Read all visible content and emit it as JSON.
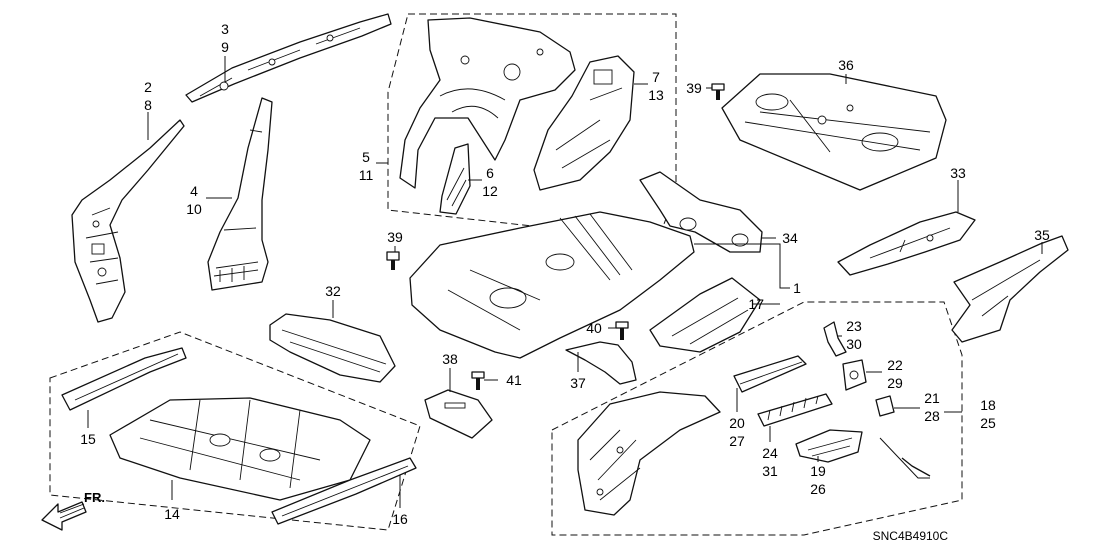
{
  "diagram": {
    "callouts": [
      {
        "id": "c-3-9",
        "lines": [
          "3",
          "9"
        ]
      },
      {
        "id": "c-2-8",
        "lines": [
          "2",
          "8"
        ]
      },
      {
        "id": "c-4-10",
        "lines": [
          "4",
          "10"
        ]
      },
      {
        "id": "c-5-11",
        "lines": [
          "5",
          "11"
        ]
      },
      {
        "id": "c-6-12",
        "lines": [
          "6",
          "12"
        ]
      },
      {
        "id": "c-7-13",
        "lines": [
          "7",
          "13"
        ]
      },
      {
        "id": "c-39a",
        "lines": [
          "39"
        ]
      },
      {
        "id": "c-36",
        "lines": [
          "36"
        ]
      },
      {
        "id": "c-33",
        "lines": [
          "33"
        ]
      },
      {
        "id": "c-34",
        "lines": [
          "34"
        ]
      },
      {
        "id": "c-35",
        "lines": [
          "35"
        ]
      },
      {
        "id": "c-39b",
        "lines": [
          "39"
        ]
      },
      {
        "id": "c-1",
        "lines": [
          "1"
        ]
      },
      {
        "id": "c-17",
        "lines": [
          "17"
        ]
      },
      {
        "id": "c-32",
        "lines": [
          "32"
        ]
      },
      {
        "id": "c-40",
        "lines": [
          "40"
        ]
      },
      {
        "id": "c-23-30",
        "lines": [
          "23",
          "30"
        ]
      },
      {
        "id": "c-22-29",
        "lines": [
          "22",
          "29"
        ]
      },
      {
        "id": "c-21-28",
        "lines": [
          "21",
          "28"
        ]
      },
      {
        "id": "c-18-25",
        "lines": [
          "18",
          "25"
        ]
      },
      {
        "id": "c-38",
        "lines": [
          "38"
        ]
      },
      {
        "id": "c-41",
        "lines": [
          "41"
        ]
      },
      {
        "id": "c-37",
        "lines": [
          "37"
        ]
      },
      {
        "id": "c-20-27",
        "lines": [
          "20",
          "27"
        ]
      },
      {
        "id": "c-24-31",
        "lines": [
          "24",
          "31"
        ]
      },
      {
        "id": "c-19-26",
        "lines": [
          "19",
          "26"
        ]
      },
      {
        "id": "c-15",
        "lines": [
          "15"
        ]
      },
      {
        "id": "c-14",
        "lines": [
          "14"
        ]
      },
      {
        "id": "c-16",
        "lines": [
          "16"
        ]
      }
    ],
    "direction_label": "FR.",
    "part_code": "SNC4B4910C"
  }
}
